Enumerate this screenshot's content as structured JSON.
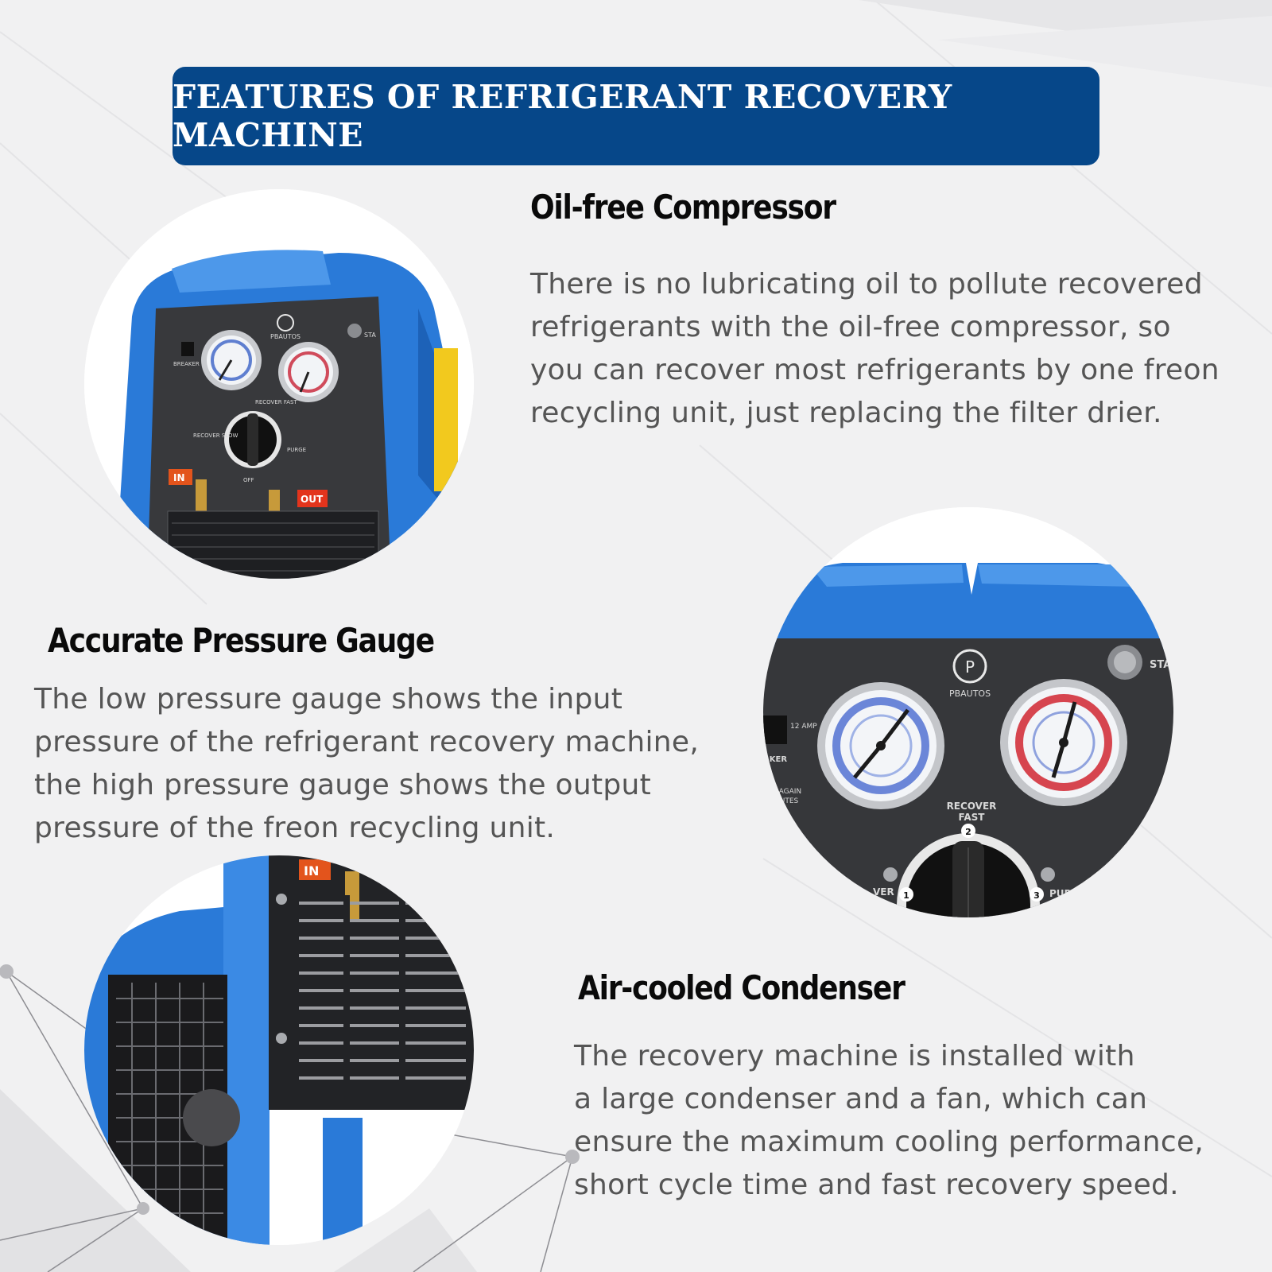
{
  "banner": {
    "title": "FEATURES OF REFRIGERANT RECOVERY MACHINE"
  },
  "features": [
    {
      "heading": "Oil-free Compressor",
      "lines": [
        "There is no lubricating oil to pollute recovered",
        "refrigerants with the oil-free compressor, so",
        "you can recover most refrigerants by one freon",
        "recycling unit, just replacing the filter drier."
      ]
    },
    {
      "heading": "Accurate Pressure Gauge",
      "lines": [
        "The low pressure gauge shows the input",
        "pressure of the refrigerant recovery machine,",
        "the high pressure gauge shows the output",
        "pressure of the freon recycling unit."
      ]
    },
    {
      "heading": "Air-cooled Condenser",
      "lines": [
        "The recovery machine is installed with",
        "a large condenser and a fan, which can",
        "ensure the maximum cooling performance,",
        "short cycle time and fast recovery speed."
      ]
    }
  ],
  "photo1": {
    "brand": "PBAUTOS",
    "start_label": "STA",
    "breaker_label": "BREAKER",
    "recover_fast_label": "RECOVER FAST",
    "recover_slow_label": "RECOVER SLOW",
    "purge_label": "PURGE",
    "off_label": "OFF",
    "in_label": "IN",
    "out_label": "OUT"
  },
  "photo2": {
    "brand": "PBAUTOS",
    "start_label": "STA",
    "amp_label": "12 AMP",
    "breaker_label": "AKER",
    "again_label": "N AGAIN",
    "minutes_label": "NUTES",
    "recover_label": "RECOVER",
    "fast_label": "FAST",
    "left_mode_label": "VER",
    "right_mode_label": "PUR",
    "dial_marks": [
      "1",
      "2",
      "3"
    ]
  },
  "photo3": {
    "in_label": "IN"
  },
  "colors": {
    "banner": "#064789",
    "machine_blue": "#2a7ad8",
    "panel": "#38393c",
    "body_text": "#555555",
    "heading": "#0a0a0a"
  }
}
